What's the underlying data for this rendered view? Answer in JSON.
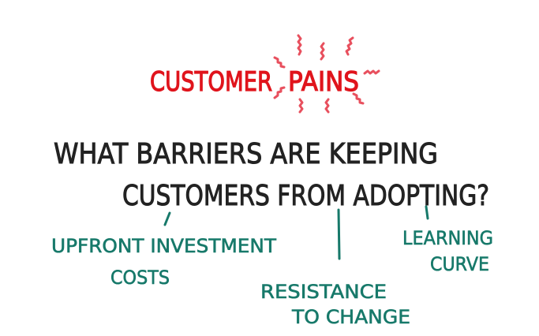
{
  "title": {
    "word1": "CUSTOMER",
    "word2": "PAINS"
  },
  "question": {
    "line1": "WHAT BARRIERS ARE KEEPING",
    "line2": "CUSTOMERS FROM ADOPTING?"
  },
  "answers": {
    "upfront": {
      "line1": "UPFRONT INVESTMENT",
      "line2": "COSTS"
    },
    "resistance": {
      "line1": "RESISTANCE",
      "line2": "TO CHANGE"
    },
    "learning": {
      "line1": "LEARNING",
      "line2": "CURVE"
    }
  },
  "colors": {
    "title": "#e0141c",
    "burst": "#e8505e",
    "question": "#222222",
    "answers": "#17796a"
  }
}
